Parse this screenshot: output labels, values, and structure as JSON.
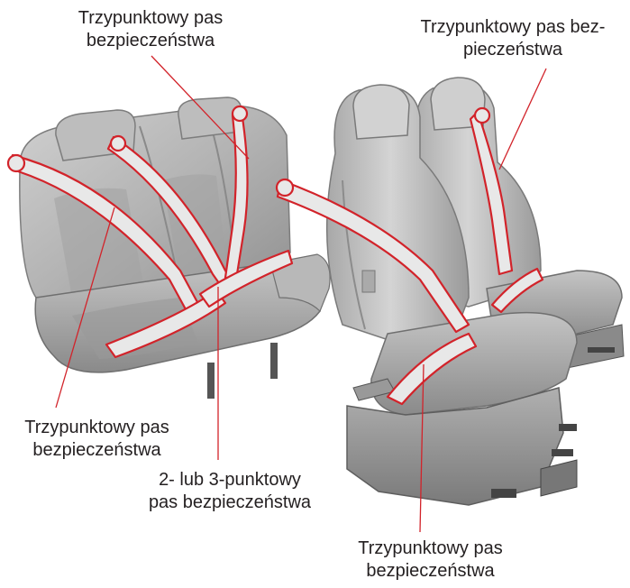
{
  "labels": {
    "top_center": [
      "Trzypunktowy pas",
      "bezpieczeństwa"
    ],
    "top_right": [
      "Trzypunktowy pas bez-",
      "pieczeństwa"
    ],
    "bottom_left": [
      "Trzypunktowy pas",
      "bezpieczeństwa"
    ],
    "middle": [
      "2- lub 3-punktowy",
      "pas bezpieczeństwa"
    ],
    "bottom_right": [
      "Trzypunktowy pas",
      "bezpieczeństwa"
    ]
  },
  "colors": {
    "belt_outline": "#d2232a",
    "belt_fill": "#e8e8e8",
    "leader_line": "#d2232a",
    "seat_light": "#c9c9c9",
    "seat_mid": "#a9a9a9",
    "seat_dark": "#6e6e6e",
    "text": "#231f20"
  }
}
